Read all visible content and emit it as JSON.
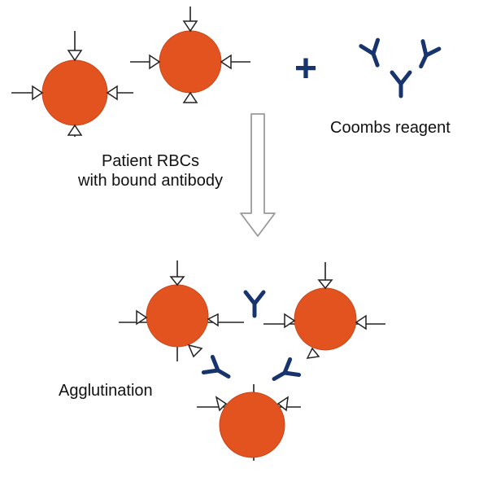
{
  "labels": {
    "patient_rbcs_line1": "Patient RBCs",
    "patient_rbcs_line2": "with bound antibody",
    "coombs_reagent": "Coombs reagent",
    "agglutination": "Agglutination",
    "plus_sign": "+"
  },
  "colors": {
    "rbc_fill": "#E2531F",
    "rbc_edge": "#C8461A",
    "bound_antibody": "#222222",
    "coombs_antibody": "#17346E",
    "arrow_outline": "#9a9a9a",
    "text": "#111111"
  }
}
